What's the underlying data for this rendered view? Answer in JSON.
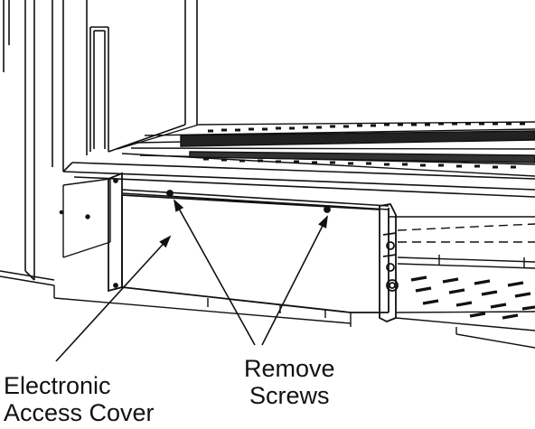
{
  "callouts": {
    "electronic_access_cover": {
      "line1": "Electronic",
      "line2": "Access Cover"
    },
    "remove_screws": {
      "line1": "Remove",
      "line2": "Screws"
    }
  },
  "colors": {
    "ink": "#111111",
    "background": "#ffffff"
  }
}
